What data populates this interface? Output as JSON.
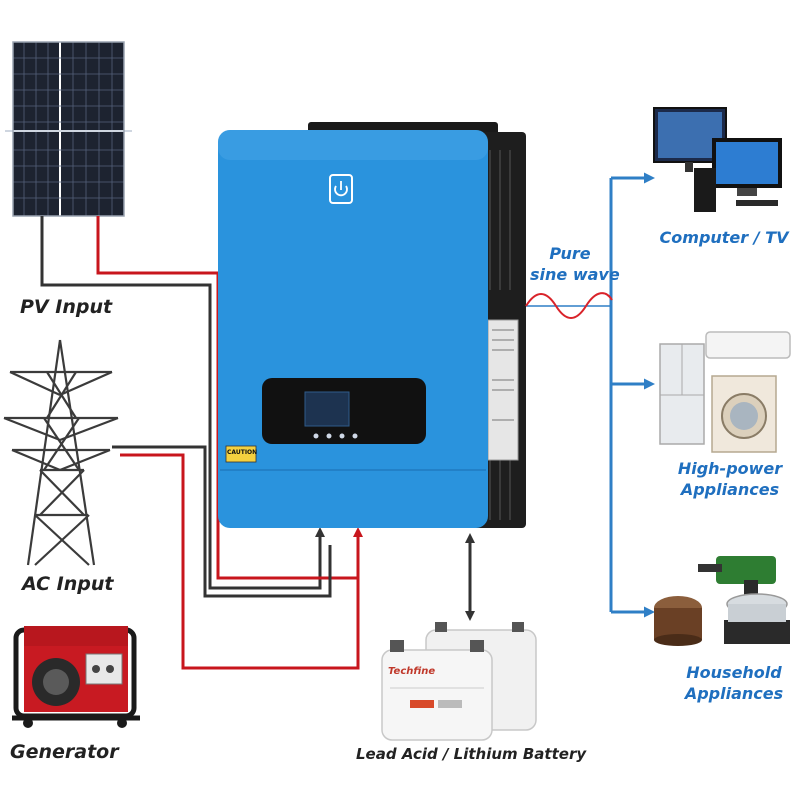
{
  "labels": {
    "pv_input": "PV Input",
    "ac_input": "AC Input",
    "generator": "Generator",
    "battery": "Lead Acid / Lithium Battery",
    "pure_line1": "Pure",
    "pure_line2": "sine wave",
    "computer_tv": "Computer / TV",
    "high_power_line1": "High-power",
    "high_power_line2": "Appliances",
    "household_line1": "Household",
    "household_line2": "Appliances"
  },
  "device": {
    "caution_label": "CAUTION",
    "battery_brand": "Techfine"
  },
  "colors": {
    "inverter_blue": "#2a93dd",
    "wire_red": "#c8161d",
    "wire_black": "#333333",
    "output_blue": "#2f7fc6",
    "wave_red": "#d9232a",
    "label_blue": "#1f6fbf"
  },
  "icons": [
    "solar-panel-icon",
    "transmission-tower-icon",
    "generator-icon",
    "inverter-icon",
    "battery-icon",
    "computer-tv-icon",
    "appliances-icon",
    "household-appliances-icon",
    "power-icon"
  ]
}
